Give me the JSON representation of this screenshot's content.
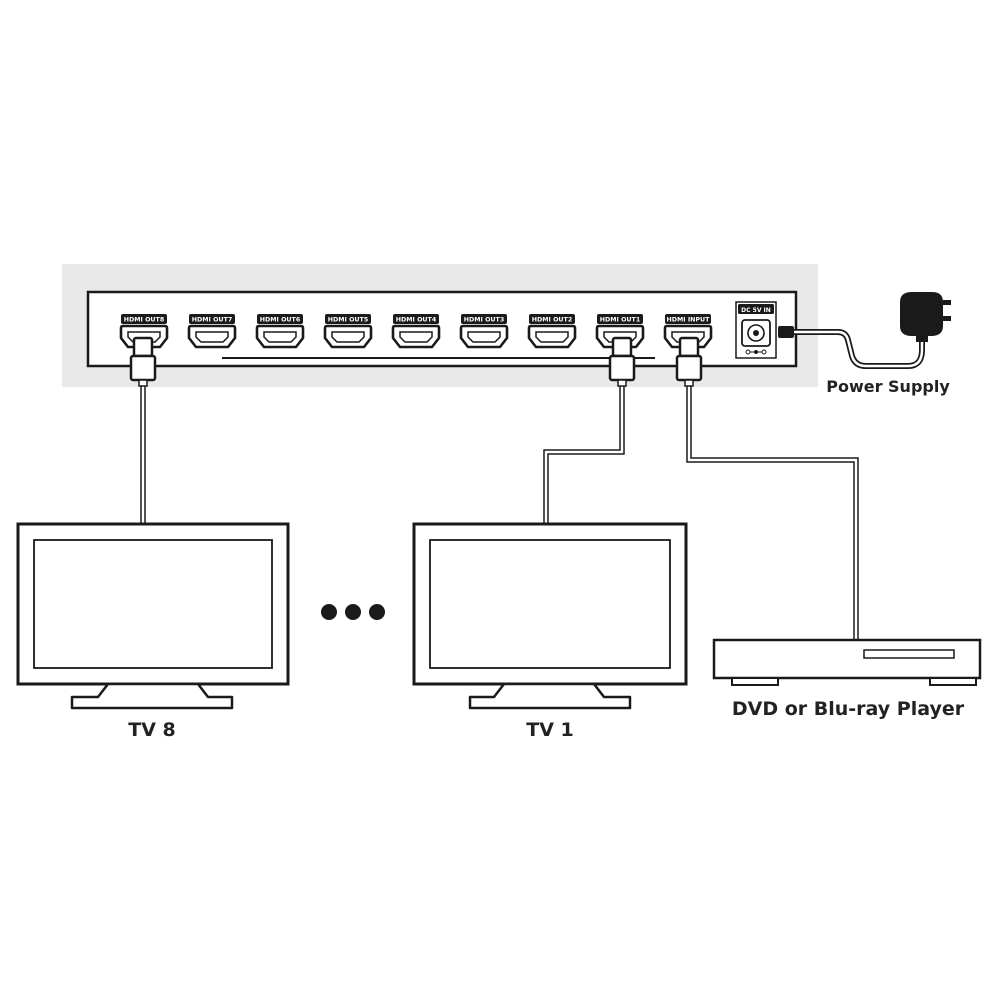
{
  "splitter": {
    "ports": [
      "HDMI OUT8",
      "HDMI OUT7",
      "HDMI OUT6",
      "HDMI OUT5",
      "HDMI OUT4",
      "HDMI OUT3",
      "HDMI OUT2",
      "HDMI OUT1",
      "HDMI INPUT"
    ],
    "dc_label": "DC 5V IN"
  },
  "labels": {
    "power_supply": "Power Supply",
    "tv8": "TV 8",
    "tv1": "TV 1",
    "player": "DVD or Blu-ray Player"
  },
  "colors": {
    "outline": "#1a1a1a",
    "panel": "#e9e9e9",
    "port_label_bg": "#1a1a1a",
    "text": "#222222"
  }
}
